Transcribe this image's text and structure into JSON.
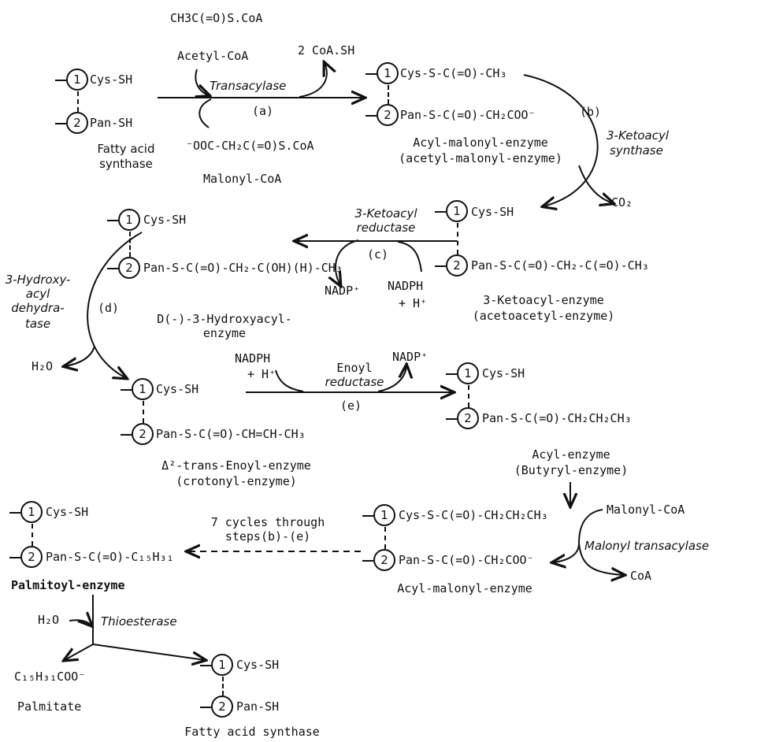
{
  "acetyl_coa_formula": "CH3C(=O)S.CoA",
  "acetyl_coa": "Acetyl-CoA",
  "two_coa_sh": "2 CoA.SH",
  "transacylase": "Transacylase",
  "step_a": "(a)",
  "malonyl_coa_formula": "⁻OOC-CH₂C(=O)S.CoA",
  "malonyl_coa": "Malonyl-CoA",
  "fas_label_1": "Fatty acid",
  "fas_label_2": "synthase",
  "site1": "1",
  "site2": "2",
  "cys_sh": "Cys-SH",
  "pan_sh": "Pan-SH",
  "acyl_malonyl_top": "Cys-S-C(=O)-CH₃",
  "acyl_malonyl_bottom": "Pan-S-C(=O)-CH₂COO⁻",
  "acyl_malonyl_name_1": "Acyl-malonyl-enzyme",
  "acyl_malonyl_name_2": "(acetyl-malonyl-enzyme)",
  "step_b": "(b)",
  "ketoacyl_synthase_1": "3-Ketoacyl",
  "ketoacyl_synthase_2": "synthase",
  "co2": "CO₂",
  "ketoacyl_reductase_1": "3-Ketoacyl",
  "ketoacyl_reductase_2": "reductase",
  "step_c": "(c)",
  "nadp_plus": "NADP⁺",
  "nadph": "NADPH",
  "h_plus": "+ H⁺",
  "ketoacyl_bottom": "Pan-S-C(=O)-CH₂-C(=O)-CH₃",
  "ketoacyl_name_1": "3-Ketoacyl-enzyme",
  "ketoacyl_name_2": "(acetoacetyl-enzyme)",
  "hydroxy_bottom": "Pan-S-C(=O)-CH₂-C(OH)(H)-CH₃",
  "hydroxy_name_1": "D(-)-3-Hydroxyacyl-",
  "hydroxy_name_2": "enzyme",
  "dehydratase_1": "3-Hydroxy-",
  "dehydratase_2": "acyl",
  "dehydratase_3": "dehydra-",
  "dehydratase_4": "tase",
  "step_d": "(d)",
  "h2o": "H₂O",
  "enoyl_reductase_1": "Enoyl",
  "enoyl_reductase_2": "reductase",
  "step_e": "(e)",
  "enoyl_bottom": "Pan-S-C(=O)-CH=CH-CH₃",
  "enoyl_name_1": "Δ²-trans-Enoyl-enzyme",
  "enoyl_name_2": "(crotonyl-enzyme)",
  "butyryl_bottom": "Pan-S-C(=O)-CH₂CH₂CH₃",
  "butyryl_name_1": "Acyl-enzyme",
  "butyryl_name_2": "(Butyryl-enzyme)",
  "malonyl_coa_in": "Malonyl-CoA",
  "malonyl_transacylase": "Malonyl transacylase",
  "coa_out": "CoA",
  "acyl_malonyl2_top": "Cys-S-C(=O)-CH₂CH₂CH₃",
  "acyl_malonyl2_bottom": "Pan-S-C(=O)-CH₂COO⁻",
  "acyl_malonyl2_name": "Acyl-malonyl-enzyme",
  "cycles_1": "7 cycles through",
  "cycles_2": "steps(b)-(e)",
  "palmitoyl_bottom": "Pan-S-C(=O)-C₁₅H₃₁",
  "palmitoyl_name": "Palmitoyl-enzyme",
  "thioesterase": "Thioesterase",
  "palmitate_formula": "C₁₅H₃₁COO⁻",
  "palmitate": "Palmitate",
  "fas_final": "Fatty acid synthase"
}
